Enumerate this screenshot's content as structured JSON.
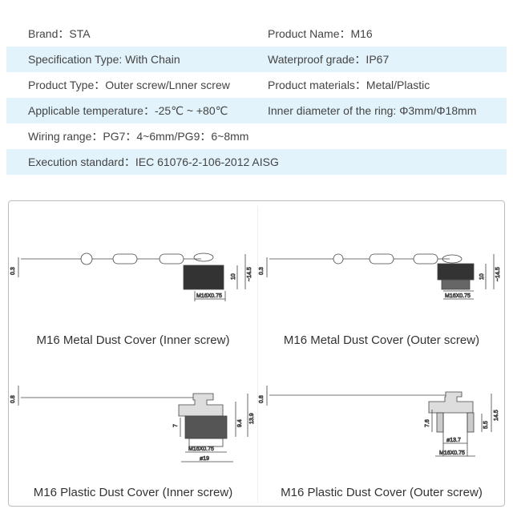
{
  "specs": [
    [
      "Brand：STA",
      "Product Name：M16"
    ],
    [
      "Specification Type: With Chain",
      "Waterproof grade：IP67"
    ],
    [
      "Product Type：Outer screw/Lnner screw",
      "Product materials：Metal/Plastic"
    ],
    [
      "Applicable temperature：-25℃ ~ +80℃",
      "Inner diameter of the ring: Φ3mm/Φ18mm"
    ],
    [
      "Wiring range：PG7：4~6mm/PG9：6~8mm",
      ""
    ],
    [
      "Execution standard：IEC 61076-2-106-2012 AISG",
      ""
    ]
  ],
  "products": [
    {
      "caption": "M16 Metal Dust Cover (Inner screw)",
      "dims": [
        "0.3",
        "10",
        "~14.5",
        "M16X0.75"
      ]
    },
    {
      "caption": "M16 Metal Dust Cover (Outer screw)",
      "dims": [
        "0.3",
        "10",
        "~14.5",
        "M16X0.75"
      ]
    },
    {
      "caption": "M16 Plastic Dust Cover (Inner screw)",
      "dims": [
        "0.8",
        "7",
        "9.4",
        "13.9",
        "M16X0.75",
        "ø19"
      ]
    },
    {
      "caption": "M16 Plastic Dust Cover (Outer screw)",
      "dims": [
        "0.8",
        "7.6",
        "5.5",
        "14.5",
        "ø13.7",
        "M16X0.75"
      ]
    }
  ]
}
